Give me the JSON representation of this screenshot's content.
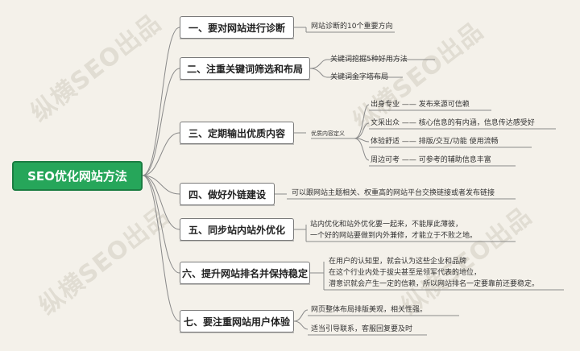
{
  "root": "SEO优化网站方法",
  "watermark": "纵横SEO出品",
  "branches": [
    {
      "label": "一、要对网站进行诊断",
      "leaves": [
        "网站诊断的10个重要方向"
      ]
    },
    {
      "label": "二、注重关键词筛选和布局",
      "leaves": [
        "关键词挖掘5种好用方法",
        "关键词金字塔布局"
      ]
    },
    {
      "label": "三、定期输出优质内容",
      "sub": "优质内容定义",
      "leaves": [
        "出身专业 —— 发布来源可信赖",
        "文采出众 —— 核心信息的有内涵，信息传达感受好",
        "体验舒适 —— 排版/交互/功能 使用流畅",
        "周边可考 —— 可参考的辅助信息丰富"
      ]
    },
    {
      "label": "四、做好外链建设",
      "leaves": [
        "可以跟网站主题相关、权重高的网站平台交换链接或者发布链接"
      ]
    },
    {
      "label": "五、同步站内站外优化",
      "leaves": [
        "站内优化和站外优化要一起来，不能厚此薄彼，",
        "一个好的网站要做到内外兼修，才能立于不败之地。"
      ]
    },
    {
      "label": "六、提升网站排名并保持稳定",
      "leaves": [
        "在用户的认知里，就会认为这些企业和品牌",
        "在这个行业内处于拔尖甚至是领军代表的地位，",
        "潜意识就会产生一定的信赖，所以网站排名一定要靠前还要稳定。"
      ]
    },
    {
      "label": "七、要注重网站用户体验",
      "leaves": [
        "网页整体布局排版美观，相关性强。",
        "适当引导联系，客服回复要及时"
      ]
    }
  ]
}
